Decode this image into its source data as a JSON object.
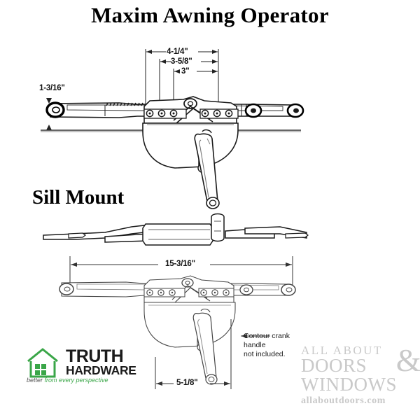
{
  "page": {
    "title": "Maxim Awning Operator",
    "section_title": "Sill Mount",
    "background": "#ffffff"
  },
  "dimensions": {
    "top_outer": "4-1/4\"",
    "top_middle": "3-5/8\"",
    "top_inner": "3\"",
    "left_height": "1-3/16\"",
    "overall_width": "15-3/16\"",
    "housing_width": "5-1/8\""
  },
  "annotations": {
    "crank_note": "Contour crank\nhandle\nnot included."
  },
  "truth_logo": {
    "line1": "TRUTH",
    "line2": "HARDWARE",
    "tagline_dark": "better",
    "tagline_green": " from every perspective",
    "green": "#3aa648",
    "dark": "#1b1b1b"
  },
  "aadw_logo": {
    "line1": "ALL ABOUT",
    "line2": "DOORS",
    "ampersand": "&",
    "line3": "WINDOWS",
    "line4": "allaboutdoors.com",
    "color": "#c9c9c9"
  }
}
